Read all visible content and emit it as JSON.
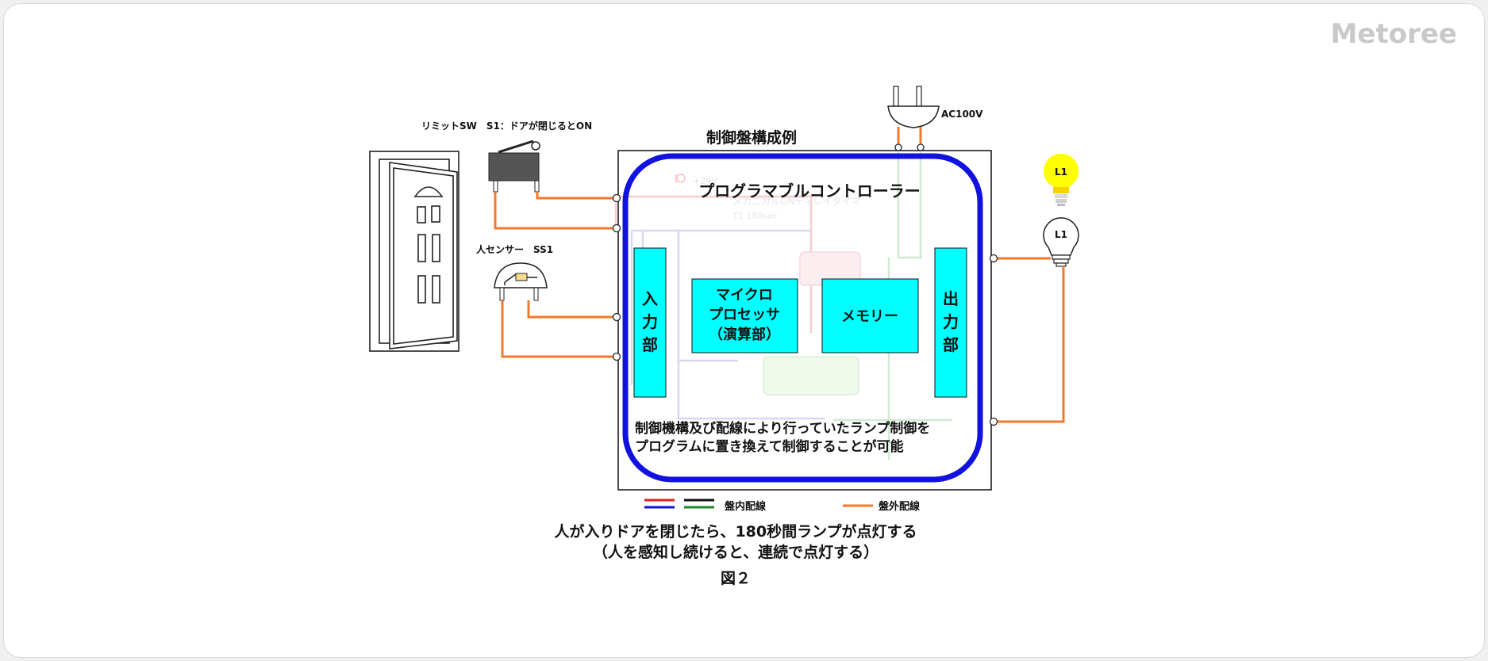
{
  "brand": {
    "logo": "Metoree"
  },
  "diagram": {
    "panel_title": "制御盤構成例",
    "plc_title": "プログラマブルコントローラー",
    "cpu_line1": "マイクロ",
    "cpu_line2": "プロセッサ",
    "cpu_line3": "（演算部）",
    "memory": "メモリー",
    "input_1": "入",
    "input_2": "力",
    "input_3": "部",
    "output_1": "出",
    "output_2": "力",
    "output_3": "部",
    "note_1": "制御機構及び配線により行っていたランプ制御を",
    "note_2": "プログラムに置き換えて制御することが可能",
    "limit_switch_label": "リミットSW　S1：ドアが閉じるとON",
    "sensor_label": "人センサー　SS1",
    "power_label": "AC100V",
    "lamp_on_label": "L1",
    "lamp_off_label": "L1",
    "ghost_24v": "+24V",
    "ghost_timer": "メカニカルONディレイタイマ",
    "ghost_timer_value": "T1  180sec"
  },
  "legend": {
    "internal": "盤内配線",
    "external": "盤外配線"
  },
  "caption": {
    "line1": "人が入りドアを閉じたら、180秒間ランプが点灯する",
    "line2": "（人を感知し続けると、連続で点灯する）",
    "figure": "図２"
  },
  "colors": {
    "controller_outline": "#1212e0",
    "block_fill": "#00ffff",
    "external_wire": "#f07a2a",
    "lamp_on": "#ffff00"
  }
}
